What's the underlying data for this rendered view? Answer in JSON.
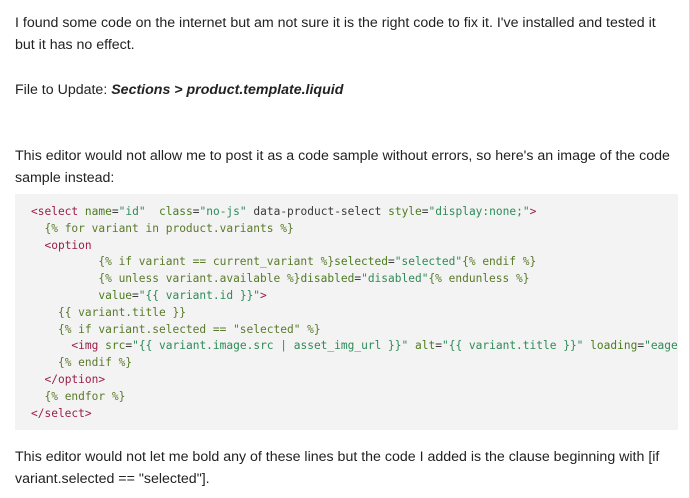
{
  "post": {
    "intro": "I found some code on the internet but am not sure it is the right code to fix it. I've installed and tested it but it has no effect.",
    "file_label": "File to Update: ",
    "file_path": "Sections > product.template.liquid",
    "note": "This editor would not allow me to post it as a code sample without errors, so here's an image of the code sample instead:",
    "footer": "This editor would not let me bold any of these lines but the code I added is the clause beginning with [if variant.selected == \"selected\"]."
  },
  "code_lines": [
    "<select name=\"id\"  class=\"no-js\" data-product-select style=\"display:none;\">",
    "  {% for variant in product.variants %}",
    "  <option",
    "          {% if variant == current_variant %}selected=\"selected\"{% endif %}",
    "          {% unless variant.available %}disabled=\"disabled\"{% endunless %}",
    "          value=\"{{ variant.id }}\">",
    "    {{ variant.title }}",
    "    {% if variant.selected == \"selected\" %}",
    "      <img src=\"{{ variant.image.src | asset_img_url }}\" alt=\"{{ variant.title }}\" loading=\"eager\" />",
    "    {% endif %}",
    "  </option>",
    "  {% endfor %}",
    "</select>"
  ]
}
